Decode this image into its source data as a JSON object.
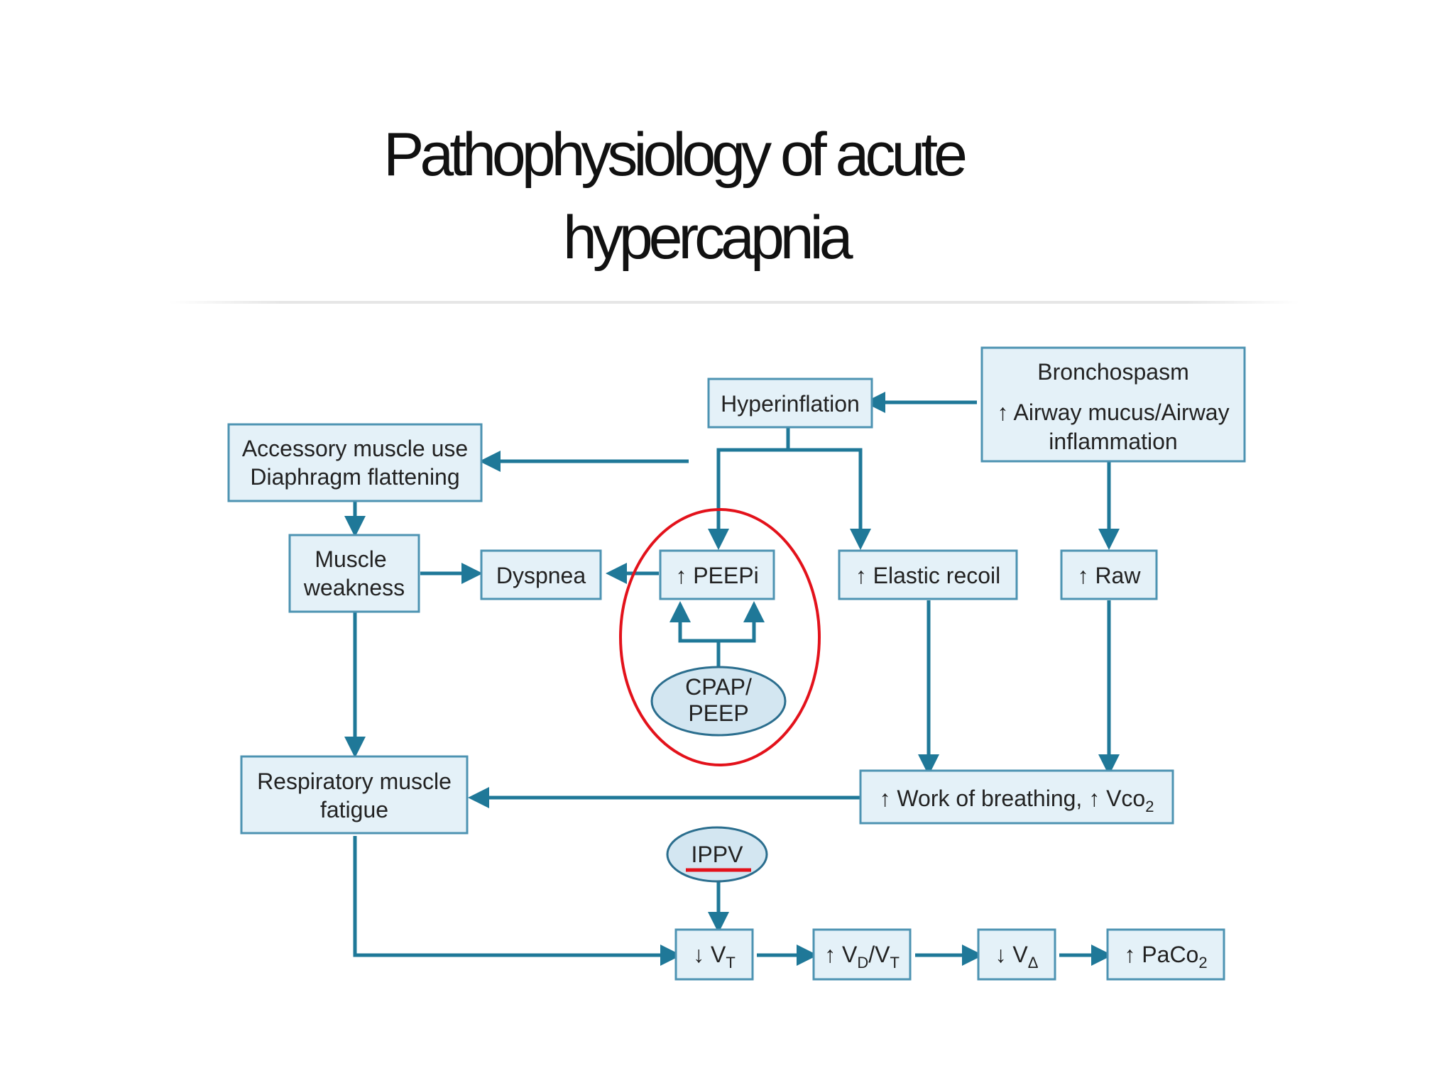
{
  "title": {
    "line1": "Pathophysiology of acute",
    "line2": "hypercapnia"
  },
  "nodes": {
    "bronchospasm": {
      "line1": "Bronchospasm",
      "line2": "↑ Airway mucus/Airway",
      "line3": "inflammation"
    },
    "hyperinflation": "Hyperinflation",
    "accessory": {
      "line1": "Accessory muscle use",
      "line2": "Diaphragm flattening"
    },
    "muscle_weakness": {
      "line1": "Muscle",
      "line2": "weakness"
    },
    "dyspnea": "Dyspnea",
    "peepi": "↑ PEEPi",
    "elastic_recoil": "↑ Elastic recoil",
    "raw": "↑ Raw",
    "cpap": {
      "line1": "CPAP/",
      "line2": "PEEP"
    },
    "resp_fatigue": {
      "line1": "Respiratory muscle",
      "line2": "fatigue"
    },
    "work_breathing": {
      "text": "↑ Work of breathing, ↑ Vco",
      "sub": "2"
    },
    "ippv": "IPPV",
    "vt": {
      "text": "↓ V",
      "sub": "T"
    },
    "vdvt": {
      "text1": "↑ V",
      "sub1": "D",
      "text2": "/V",
      "sub2": "T"
    },
    "va": {
      "text": "↓ V",
      "sub": "Δ"
    },
    "paco2": {
      "text": "↑ PaCo",
      "sub": "2"
    }
  },
  "colors": {
    "box_fill": "#e4f1f8",
    "box_border": "#4d93b2",
    "arrow": "#1f7898",
    "highlight": "#e3121b"
  }
}
